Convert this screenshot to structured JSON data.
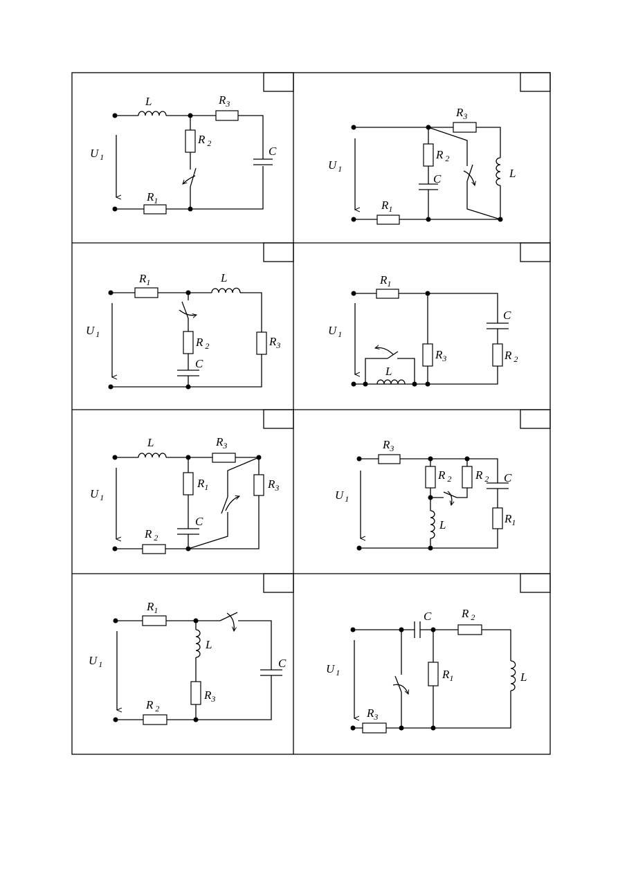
{
  "labels": {
    "u": "U",
    "one": "1",
    "two": "2",
    "three": "3",
    "r": "R",
    "l": "L",
    "c": "C"
  },
  "cells": [
    {
      "name": "circuit-cell-1"
    },
    {
      "name": "circuit-cell-2"
    },
    {
      "name": "circuit-cell-3"
    },
    {
      "name": "circuit-cell-4"
    },
    {
      "name": "circuit-cell-5"
    },
    {
      "name": "circuit-cell-6"
    },
    {
      "name": "circuit-cell-7"
    },
    {
      "name": "circuit-cell-8"
    }
  ]
}
